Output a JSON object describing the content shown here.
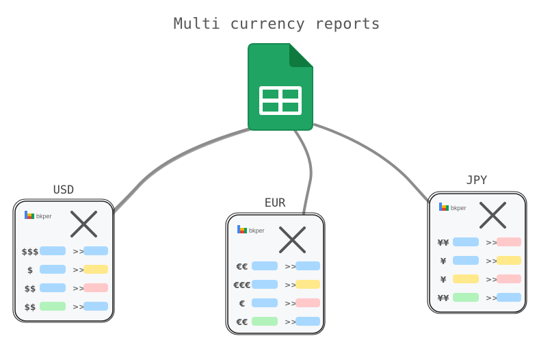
{
  "title": "Multi currency reports",
  "brand": "bkper",
  "colors": {
    "sheet_green": "#1FA463",
    "sheet_fold": "#0F7A3E",
    "connector": "#8c8c8c",
    "blue": "#A8D8FF",
    "yellow": "#FFE98A",
    "pink": "#FFC9C9",
    "green": "#B2F2BB"
  },
  "books": [
    {
      "label": "USD",
      "rows": [
        {
          "symbol": "$$$",
          "left": "blue",
          "arrow": ">>",
          "right": "blue"
        },
        {
          "symbol": "$",
          "left": "blue",
          "arrow": ">>",
          "right": "yellow"
        },
        {
          "symbol": "$$",
          "left": "blue",
          "arrow": ">>",
          "right": "pink"
        },
        {
          "symbol": "$$",
          "left": "green",
          "arrow": ">>",
          "right": "blue"
        }
      ]
    },
    {
      "label": "EUR",
      "rows": [
        {
          "symbol": "€€",
          "left": "blue",
          "arrow": ">>",
          "right": "blue"
        },
        {
          "symbol": "€€€",
          "left": "blue",
          "arrow": ">>",
          "right": "yellow"
        },
        {
          "symbol": "€",
          "left": "blue",
          "arrow": ">>",
          "right": "pink"
        },
        {
          "symbol": "€€",
          "left": "green",
          "arrow": ">>",
          "right": "blue"
        }
      ]
    },
    {
      "label": "JPY",
      "rows": [
        {
          "symbol": "¥¥",
          "left": "blue",
          "arrow": ">>",
          "right": "pink"
        },
        {
          "symbol": "¥",
          "left": "blue",
          "arrow": ">>",
          "right": "yellow"
        },
        {
          "symbol": "¥",
          "left": "yellow",
          "arrow": ">>",
          "right": "pink"
        },
        {
          "symbol": "¥¥",
          "left": "green",
          "arrow": ">>",
          "right": "blue"
        }
      ]
    }
  ]
}
